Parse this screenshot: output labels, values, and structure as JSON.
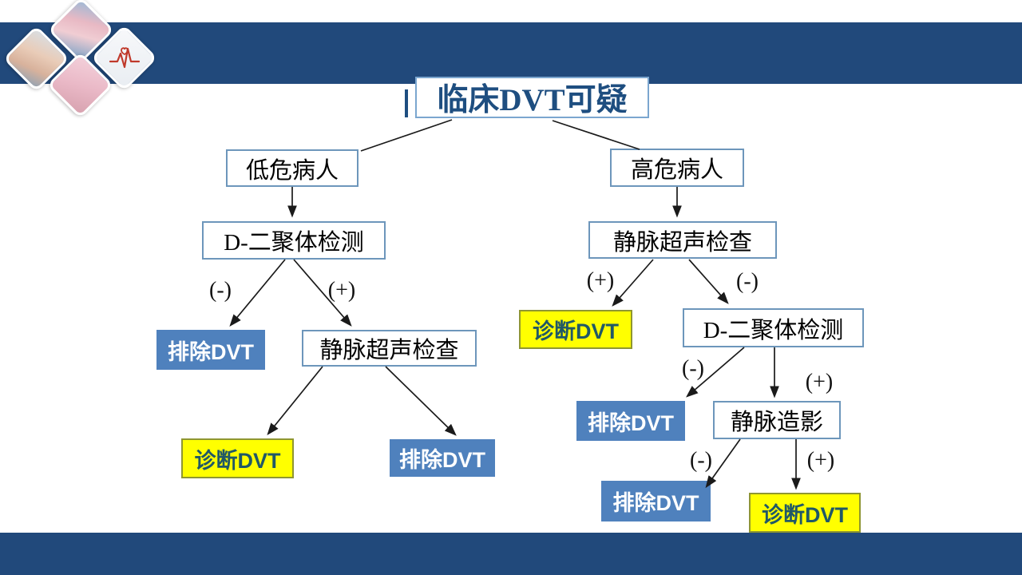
{
  "slide": {
    "title": "临床DVT可疑",
    "colors": {
      "bar": "#21497b",
      "title_text": "#1e4e80",
      "node_border": "#6d96bb",
      "blue_fill": "#4f81bd",
      "blue_text": "#ffffff",
      "yellow_fill": "#ffff00",
      "yellow_text": "#205867",
      "line": "#1a1a1a"
    },
    "decor_photos": [
      {
        "name": "nurse-photo",
        "label": "nurse wearing face mask"
      },
      {
        "name": "clinician-photo",
        "label": "clinician with surgical cap and glasses"
      },
      {
        "name": "ecg-hands-photo",
        "label": "hands holding red ECG heartbeat line"
      },
      {
        "name": "baby-photo",
        "label": "newborn baby in pink blanket"
      }
    ]
  },
  "flowchart": {
    "nodes": {
      "low_risk": "低危病人",
      "high_risk": "高危病人",
      "ddimer_left": "D-二聚体检测",
      "ultrasound_left": "静脉超声检查",
      "ultrasound_right": "静脉超声检查",
      "ddimer_right": "D-二聚体检测",
      "venography": "静脉造影",
      "exclude_1": "排除DVT",
      "exclude_2": "排除DVT",
      "exclude_3": "排除DVT",
      "exclude_4": "排除DVT",
      "diagnose_1": "诊断DVT",
      "diagnose_2": "诊断DVT",
      "diagnose_3": "诊断DVT"
    },
    "signs": {
      "ddimer_left_neg": "(-)",
      "ddimer_left_pos": "(+)",
      "ultrasound_right_pos": "(+)",
      "ultrasound_right_neg": "(-)",
      "ddimer_right_neg": "(-)",
      "ddimer_right_pos": "(+)",
      "venography_neg": "(-)",
      "venography_pos": "(+)"
    }
  }
}
